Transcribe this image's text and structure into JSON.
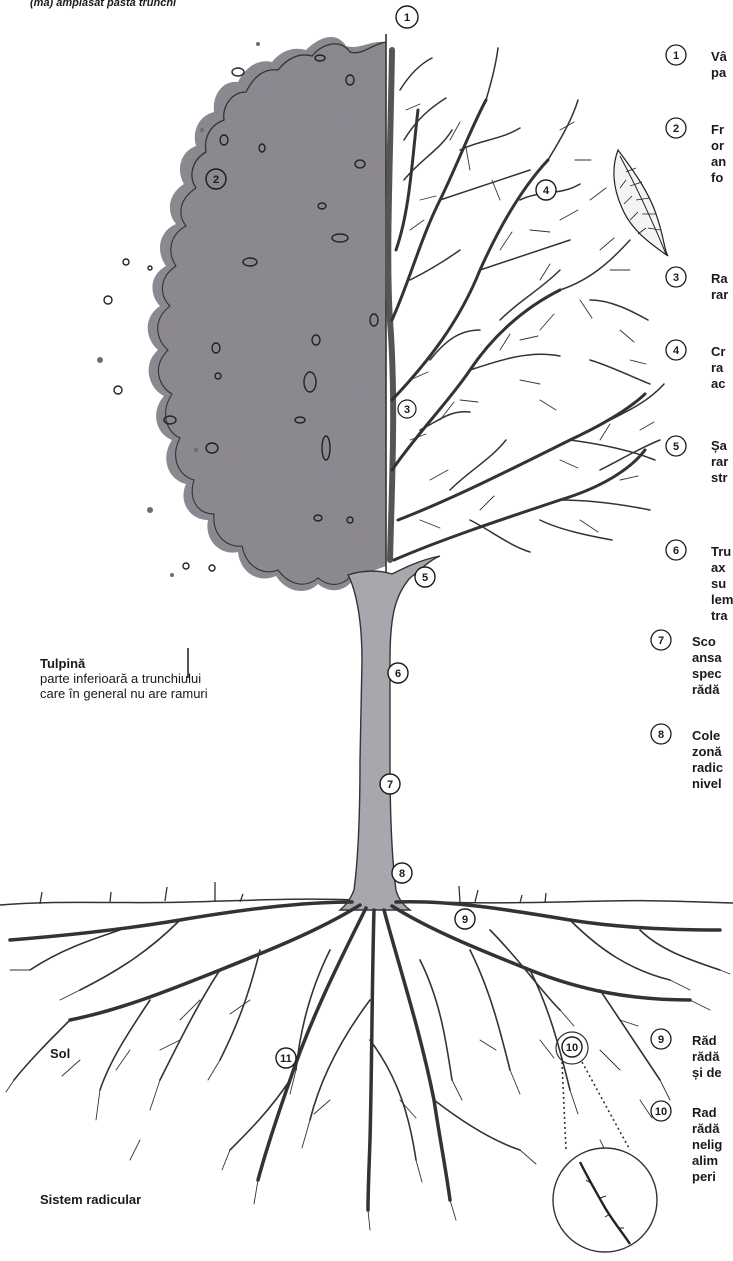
{
  "header_fragment": "(ma) amplasat pasta trunchi",
  "left_labels": {
    "tulpina_title": "Tulpină",
    "tulpina_line1": "parte inferioară a trunchiului",
    "tulpina_line2": "care în general nu are ramuri",
    "sol": "Sol",
    "sistem": "Sistem radicular"
  },
  "callouts": [
    {
      "n": "1",
      "lines": [
        "Vâ",
        "pa"
      ]
    },
    {
      "n": "2",
      "lines": [
        "Fr",
        "or",
        "an",
        "fo"
      ]
    },
    {
      "n": "3",
      "lines": [
        "Ra",
        "rar"
      ]
    },
    {
      "n": "4",
      "lines": [
        "Cr",
        "ra",
        "ac"
      ]
    },
    {
      "n": "5",
      "lines": [
        "Șa",
        "rar",
        "str"
      ]
    },
    {
      "n": "6",
      "lines": [
        "Tru",
        "ax",
        "su",
        "lem",
        "tra"
      ]
    },
    {
      "n": "7",
      "lines": [
        "Sco",
        "ansa",
        "spec",
        "rădă"
      ]
    },
    {
      "n": "8",
      "lines": [
        "Cole",
        "zonă",
        "radic",
        "nivel"
      ]
    },
    {
      "n": "9",
      "lines": [
        "Răd",
        "rădă",
        "și de"
      ]
    },
    {
      "n": "10",
      "lines": [
        "Rad",
        "rădă",
        "nelig",
        "alim",
        "peri"
      ]
    }
  ],
  "tree_numbers": [
    "1",
    "2",
    "3",
    "4",
    "5",
    "6",
    "7",
    "8",
    "9",
    "10",
    "11"
  ],
  "colors": {
    "foliage": "#8f8b93",
    "foliage_dark": "#6f6b74",
    "trunk": "#aaa6ad",
    "ink": "#1a1a1a"
  }
}
